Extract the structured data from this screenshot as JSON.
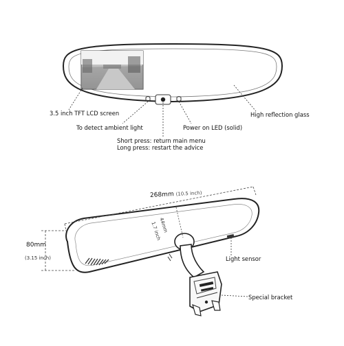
{
  "top": {
    "lcd_label": "3.5 inch TFT LCD screen",
    "ambient_label": "To detect ambient light",
    "power_led_label": "Power on LED (solid)",
    "glass_label": "High reflection glass",
    "button_short": "Short press: return main menu",
    "button_long": "Long press: restart the advice"
  },
  "bottom": {
    "width_mm": "268mm",
    "width_in": "(10.5 inch)",
    "depth_mm": "44mm",
    "depth_in": "1.7 inch",
    "height_mm": "80mm",
    "height_in": "(3.15 inch)",
    "light_sensor_label": "Light sensor",
    "bracket_label": "Special bracket"
  }
}
